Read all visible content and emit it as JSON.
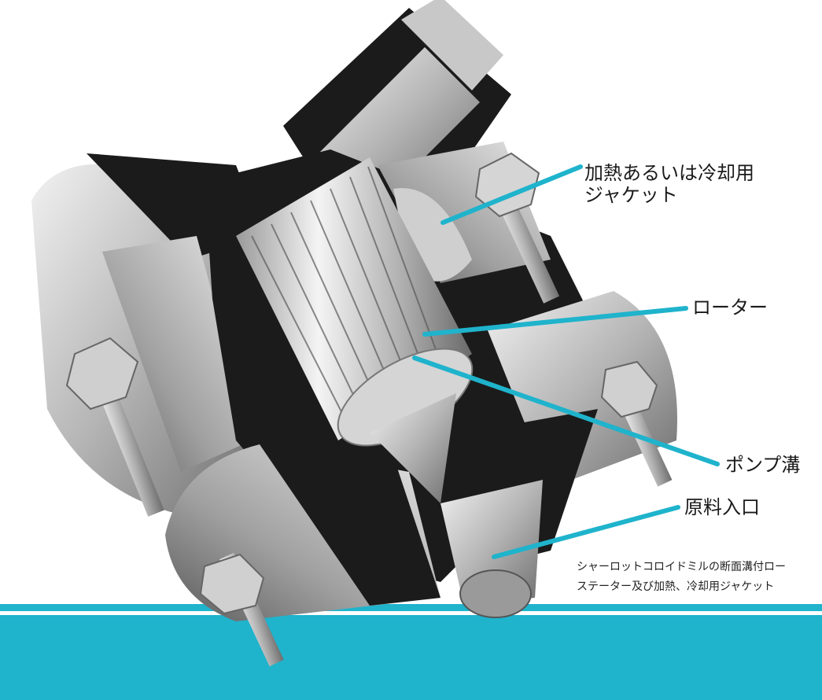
{
  "labels": {
    "jacket_line1": "加熱あるいは冷却用",
    "jacket_line2": "ジャケット",
    "rotor": "ローター",
    "pump_groove": "ポンプ溝",
    "inlet": "原料入口"
  },
  "caption": {
    "line1": "シャーロットコロイドミルの断面溝付ロー",
    "line2": "ステーター及び加熱、冷却用ジャケット"
  },
  "colors": {
    "leader": "#1fb3cc",
    "band": "#1fb3cc",
    "metal_dark": "#1b1b1b",
    "metal_light": "#d9d9d9"
  }
}
